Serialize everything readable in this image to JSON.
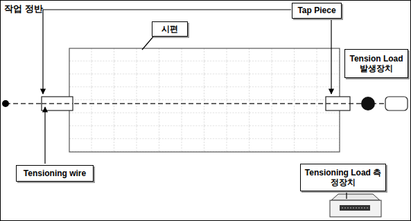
{
  "diagram": {
    "nodes": [
      {
        "text": [
          "작업 정반"
        ]
      },
      {
        "text": [
          "Tap Piece"
        ],
        "in": 0
      },
      {
        "text": [
          "시편"
        ],
        "in": 0
      },
      {
        "text": [
          "Tension Load 발생장치"
        ],
        "in": 0
      },
      {
        "text": [
          "Tensioning wire"
        ],
        "in": 0
      },
      {
        "text": [
          "Tensioning Load 측정장치"
        ],
        "in": 0
      }
    ]
  }
}
